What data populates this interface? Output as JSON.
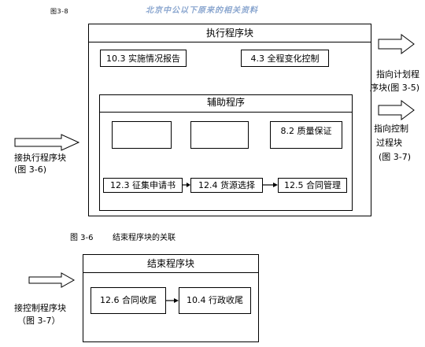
{
  "figure_label": "图3-8",
  "watermark": "北京中公以下原来的相关资料",
  "top_block": {
    "title": "执行程序块",
    "box_a": "10.3 实施情况报告",
    "box_b": "4.3 全程变化控制",
    "aux": {
      "title": "辅助程序",
      "box_quality": "8.2 质量保证",
      "flow": [
        "12.3 征集申请书",
        "12.4 货源选择",
        "12.5 合同管理"
      ]
    }
  },
  "arrow_in_top": {
    "label_line1": "接执行程序块",
    "label_line2": "(图 3-6)"
  },
  "arrow_out_1": {
    "label_line1": "指向计划程",
    "label_line2": "序块(图 3-5)"
  },
  "arrow_out_2": {
    "label_line1": "指向控制",
    "label_line2": "过程块",
    "label_line3": "(图 3-7)"
  },
  "caption": {
    "figno": "图 3-6",
    "text": "结束程序块的关联"
  },
  "bottom_block": {
    "title": "结束程序块",
    "box_a": "12.6 合同收尾",
    "box_b": "10.4 行政收尾"
  },
  "arrow_in_bottom": {
    "label_line1": "接控制程序块",
    "label_line2": "（图 3-7）"
  }
}
